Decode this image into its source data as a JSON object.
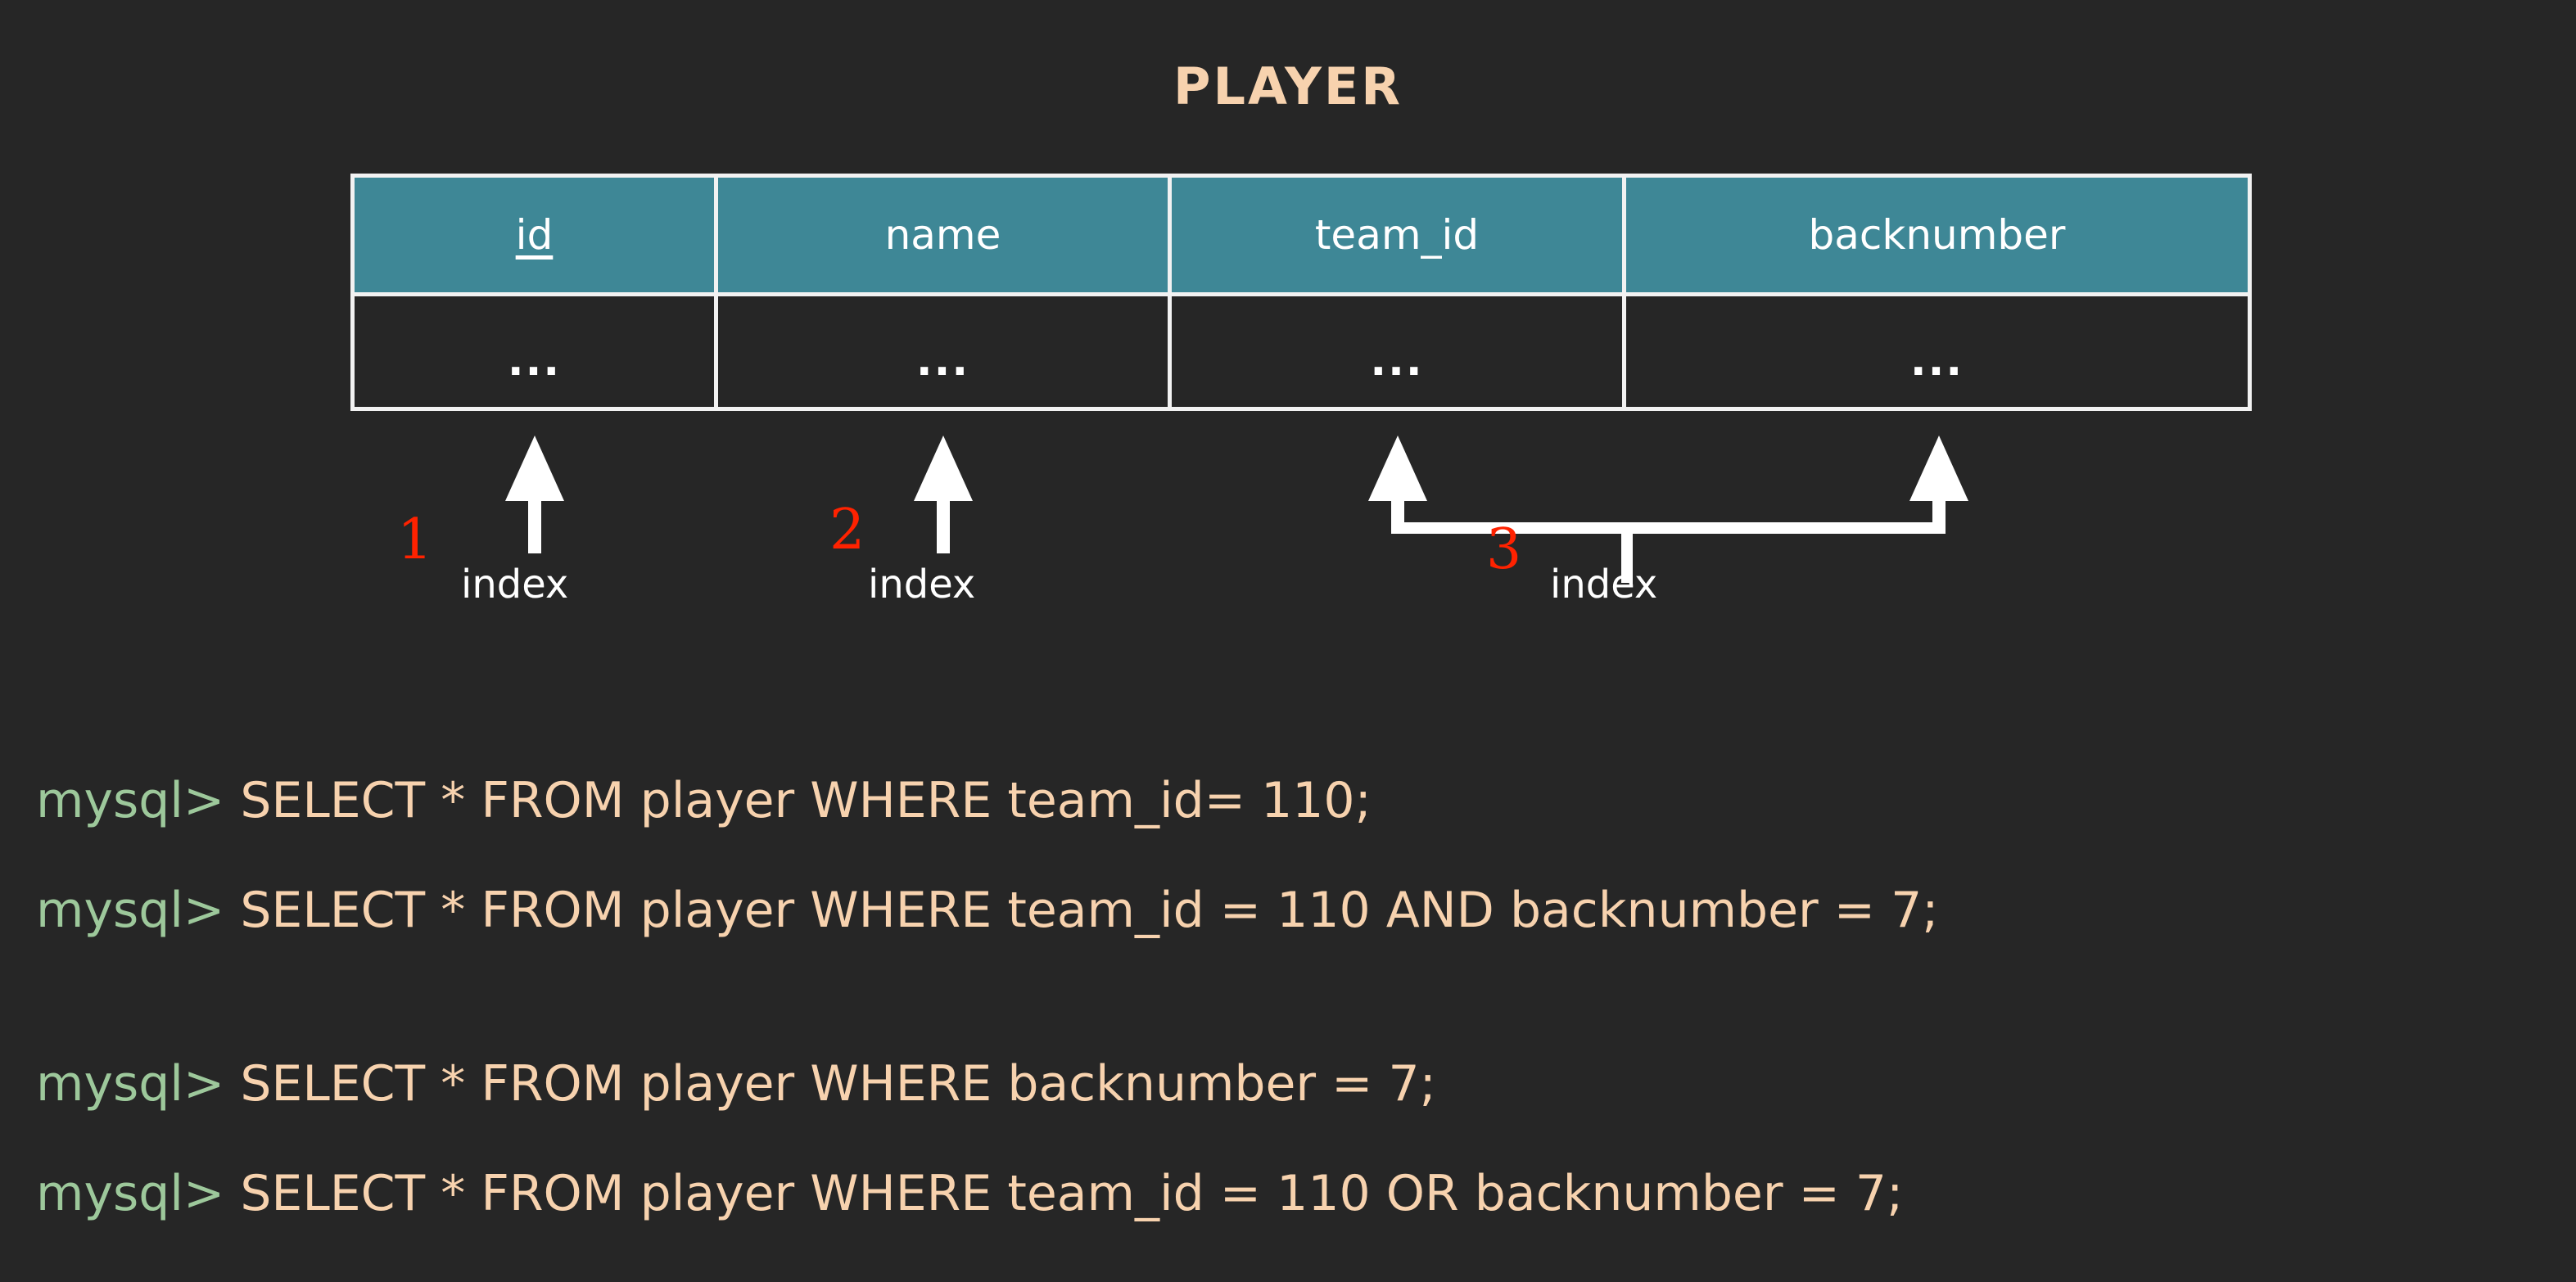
{
  "title": "PLAYER",
  "colors": {
    "background": "#262626",
    "header_fill": "#3E8796",
    "border": "#F2F2F2",
    "title_text": "#F7D2AE",
    "sql_prompt": "#9DC89B",
    "sql_text": "#F7D2AE",
    "annotation_red": "#FF2200",
    "arrow_white": "#FFFFFF"
  },
  "table": {
    "name": "PLAYER",
    "columns": [
      {
        "label": "id",
        "primary_key": true
      },
      {
        "label": "name",
        "primary_key": false
      },
      {
        "label": "team_id",
        "primary_key": false
      },
      {
        "label": "backnumber",
        "primary_key": false
      }
    ],
    "rows": [
      {
        "cells": [
          "...",
          "...",
          "...",
          "..."
        ]
      }
    ]
  },
  "annotations": {
    "indexes": [
      {
        "number": "1",
        "label": "index",
        "columns": [
          "id"
        ],
        "composite": false
      },
      {
        "number": "2",
        "label": "index",
        "columns": [
          "name"
        ],
        "composite": false
      },
      {
        "number": "3",
        "label": "index",
        "columns": [
          "team_id",
          "backnumber"
        ],
        "composite": true
      }
    ]
  },
  "sql": {
    "prompt": "mysql>",
    "lines": [
      {
        "prompt": "mysql>",
        "statement": " SELECT * FROM player WHERE team_id= 110;"
      },
      {
        "prompt": "mysql>",
        "statement": " SELECT * FROM player WHERE team_id = 110 AND backnumber = 7;"
      },
      {
        "prompt": "mysql>",
        "statement": " SELECT * FROM player WHERE backnumber = 7;"
      },
      {
        "prompt": "mysql>",
        "statement": " SELECT * FROM player WHERE team_id = 110 OR backnumber = 7;"
      }
    ]
  }
}
